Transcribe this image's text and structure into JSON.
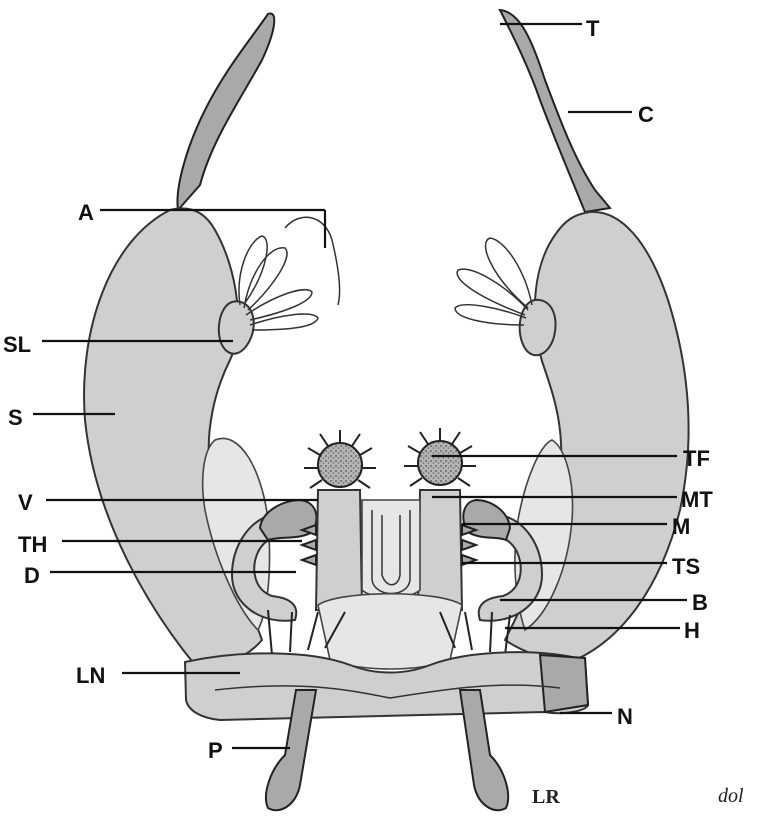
{
  "labels": {
    "T": "T",
    "C": "C",
    "A": "A",
    "SL": "SL",
    "S": "S",
    "TF": "TF",
    "V": "V",
    "MT": "MT",
    "TH": "TH",
    "M": "M",
    "D": "D",
    "TS": "TS",
    "B": "B",
    "H": "H",
    "LN": "LN",
    "N": "N",
    "P": "P"
  },
  "signature": {
    "initials": "LR",
    "note": "dol"
  }
}
